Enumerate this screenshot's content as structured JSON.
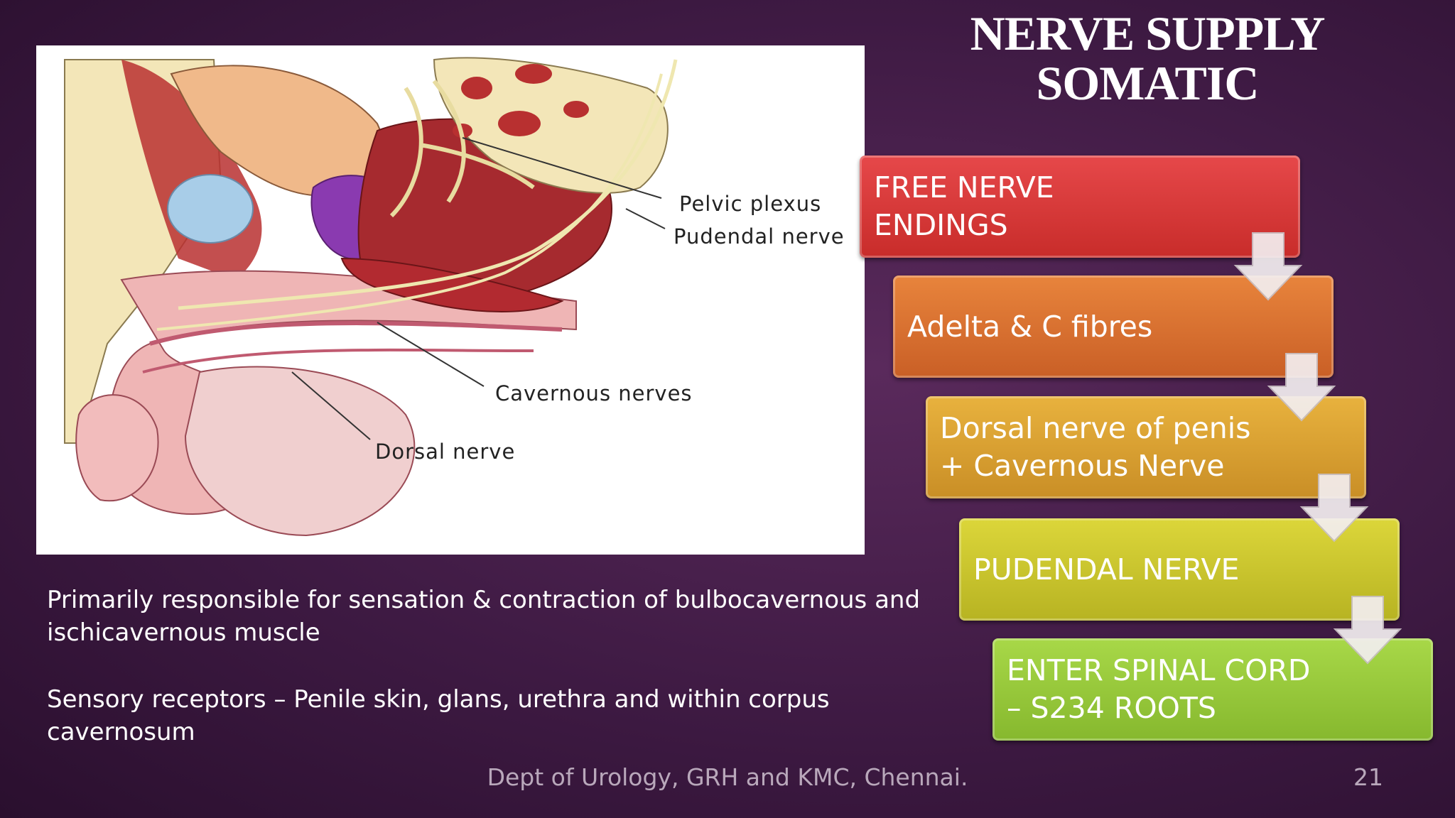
{
  "slide": {
    "title_line1": "NERVE SUPPLY",
    "title_line2": "SOMATIC",
    "footer": "Dept of Urology, GRH and KMC, Chennai.",
    "slide_number": "21"
  },
  "figure": {
    "labels": {
      "pelvic_plexus": "Pelvic plexus",
      "pudendal_nerve": "Pudendal nerve",
      "cavernous_nerves": "Cavernous nerves",
      "dorsal_nerve": "Dorsal nerve"
    }
  },
  "body": {
    "paragraph1_line1": "Primarily responsible for sensation & contraction of bulbocavernous and",
    "paragraph1_line2": "ischicavernous muscle",
    "paragraph2": "Sensory receptors – Penile skin, glans, urethra and within corpus cavernosum"
  },
  "flow": {
    "steps": [
      {
        "line1": "FREE NERVE",
        "line2": "ENDINGS",
        "color": "#d63a35"
      },
      {
        "line1": "Adelta & C fibres",
        "line2": "",
        "color": "#d9702f"
      },
      {
        "line1": "Dorsal nerve of penis",
        "line2": "+ Cavernous Nerve",
        "color": "#d9a133"
      },
      {
        "line1": "PUDENDAL NERVE",
        "line2": "",
        "color": "#c9c62d"
      },
      {
        "line1": "ENTER SPINAL CORD",
        "line2": "– S234 ROOTS",
        "color": "#97c63a"
      }
    ]
  }
}
